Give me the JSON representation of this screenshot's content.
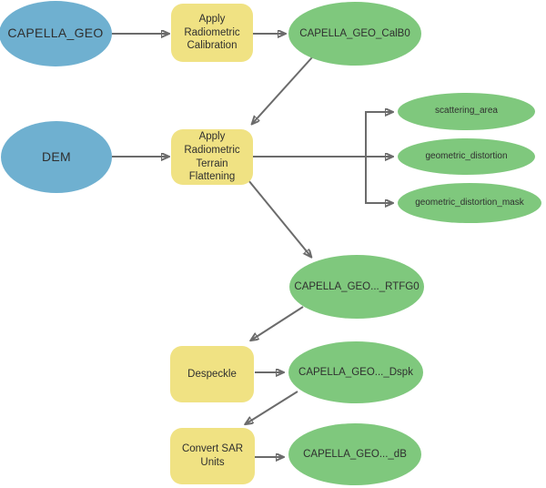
{
  "colors": {
    "background": "#FFFFFF",
    "input-fill": "#6FB0D0",
    "tool-fill": "#F0E283",
    "derived-fill": "#7FC87D",
    "connector": "#6B6B6B",
    "label-text": "#2F2F2F"
  },
  "nodes": {
    "capella_geo": {
      "label": "CAPELLA_GEO",
      "type": "input-data"
    },
    "apply_radiometric_calibration": {
      "label": "Apply\nRadiometric\nCalibration",
      "type": "tool"
    },
    "capella_geo_calb0": {
      "label": "CAPELLA_GEO_CalB0",
      "type": "derived-data"
    },
    "dem": {
      "label": "DEM",
      "type": "input-data"
    },
    "apply_radiometric_terrain_flattening": {
      "label": "Apply\nRadiometric\nTerrain\nFlattening",
      "type": "tool"
    },
    "scattering_area": {
      "label": "scattering_area",
      "type": "derived-data"
    },
    "geometric_distortion": {
      "label": "geometric_distortion",
      "type": "derived-data"
    },
    "geometric_distortion_mask": {
      "label": "geometric_distortion_mask",
      "type": "derived-data"
    },
    "capella_geo_rtfg0": {
      "label": "CAPELLA_GEO..._RTFG0",
      "type": "derived-data"
    },
    "despeckle": {
      "label": "Despeckle",
      "type": "tool"
    },
    "capella_geo_dspk": {
      "label": "CAPELLA_GEO..._Dspk",
      "type": "derived-data"
    },
    "convert_sar_units": {
      "label": "Convert SAR\nUnits",
      "type": "tool"
    },
    "capella_geo_db": {
      "label": "CAPELLA_GEO..._dB",
      "type": "derived-data"
    }
  },
  "connections": [
    {
      "from": "CAPELLA_GEO",
      "to": "Apply Radiometric Calibration"
    },
    {
      "from": "Apply Radiometric Calibration",
      "to": "CAPELLA_GEO_CalB0"
    },
    {
      "from": "CAPELLA_GEO_CalB0",
      "to": "Apply Radiometric Terrain Flattening"
    },
    {
      "from": "DEM",
      "to": "Apply Radiometric Terrain Flattening"
    },
    {
      "from": "Apply Radiometric Terrain Flattening",
      "to": "scattering_area"
    },
    {
      "from": "Apply Radiometric Terrain Flattening",
      "to": "geometric_distortion"
    },
    {
      "from": "Apply Radiometric Terrain Flattening",
      "to": "geometric_distortion_mask"
    },
    {
      "from": "Apply Radiometric Terrain Flattening",
      "to": "CAPELLA_GEO..._RTFG0"
    },
    {
      "from": "CAPELLA_GEO..._RTFG0",
      "to": "Despeckle"
    },
    {
      "from": "Despeckle",
      "to": "CAPELLA_GEO..._Dspk"
    },
    {
      "from": "CAPELLA_GEO..._Dspk",
      "to": "Convert SAR Units"
    },
    {
      "from": "Convert SAR Units",
      "to": "CAPELLA_GEO..._dB"
    }
  ]
}
